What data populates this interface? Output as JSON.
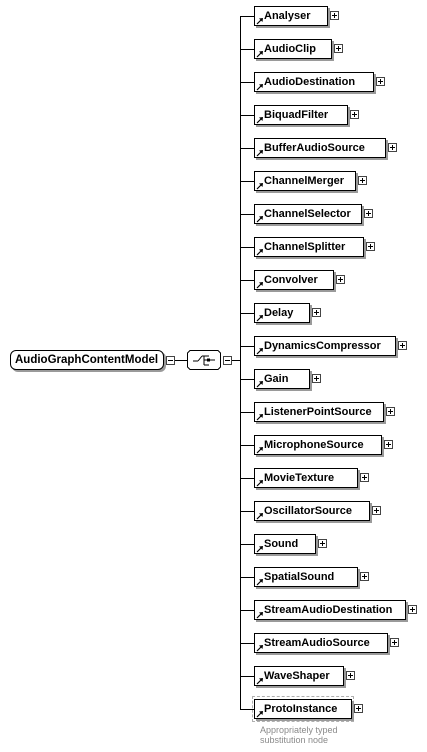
{
  "root": {
    "name": "AudioGraphContentModel"
  },
  "choice_group": {
    "icon": "choice-compositor-icon"
  },
  "elements": [
    "Analyser",
    "AudioClip",
    "AudioDestination",
    "BiquadFilter",
    "BufferAudioSource",
    "ChannelMerger",
    "ChannelSelector",
    "ChannelSplitter",
    "Convolver",
    "Delay",
    "DynamicsCompressor",
    "Gain",
    "ListenerPointSource",
    "MicrophoneSource",
    "MovieTexture",
    "OscillatorSource",
    "Sound",
    "SpatialSound",
    "StreamAudioDestination",
    "StreamAudioSource",
    "WaveShaper",
    "ProtoInstance"
  ],
  "substitution_note": [
    "Appropriately typed",
    "substitution node"
  ]
}
